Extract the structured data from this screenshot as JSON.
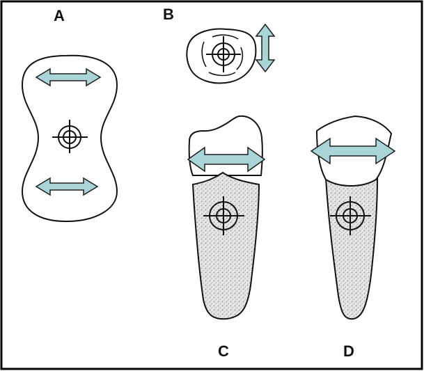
{
  "figure": {
    "panels": [
      {
        "id": "A",
        "label": "A"
      },
      {
        "id": "B",
        "label": "B"
      },
      {
        "id": "C",
        "label": "C"
      },
      {
        "id": "D",
        "label": "D"
      }
    ]
  },
  "colors": {
    "frame": "#000000",
    "outline": "#111111",
    "arrow_fill": "#a9d4d8",
    "arrow_stroke": "#1e1e1e",
    "root_stipple": "#bdbdbd",
    "background": "#ffffff"
  }
}
